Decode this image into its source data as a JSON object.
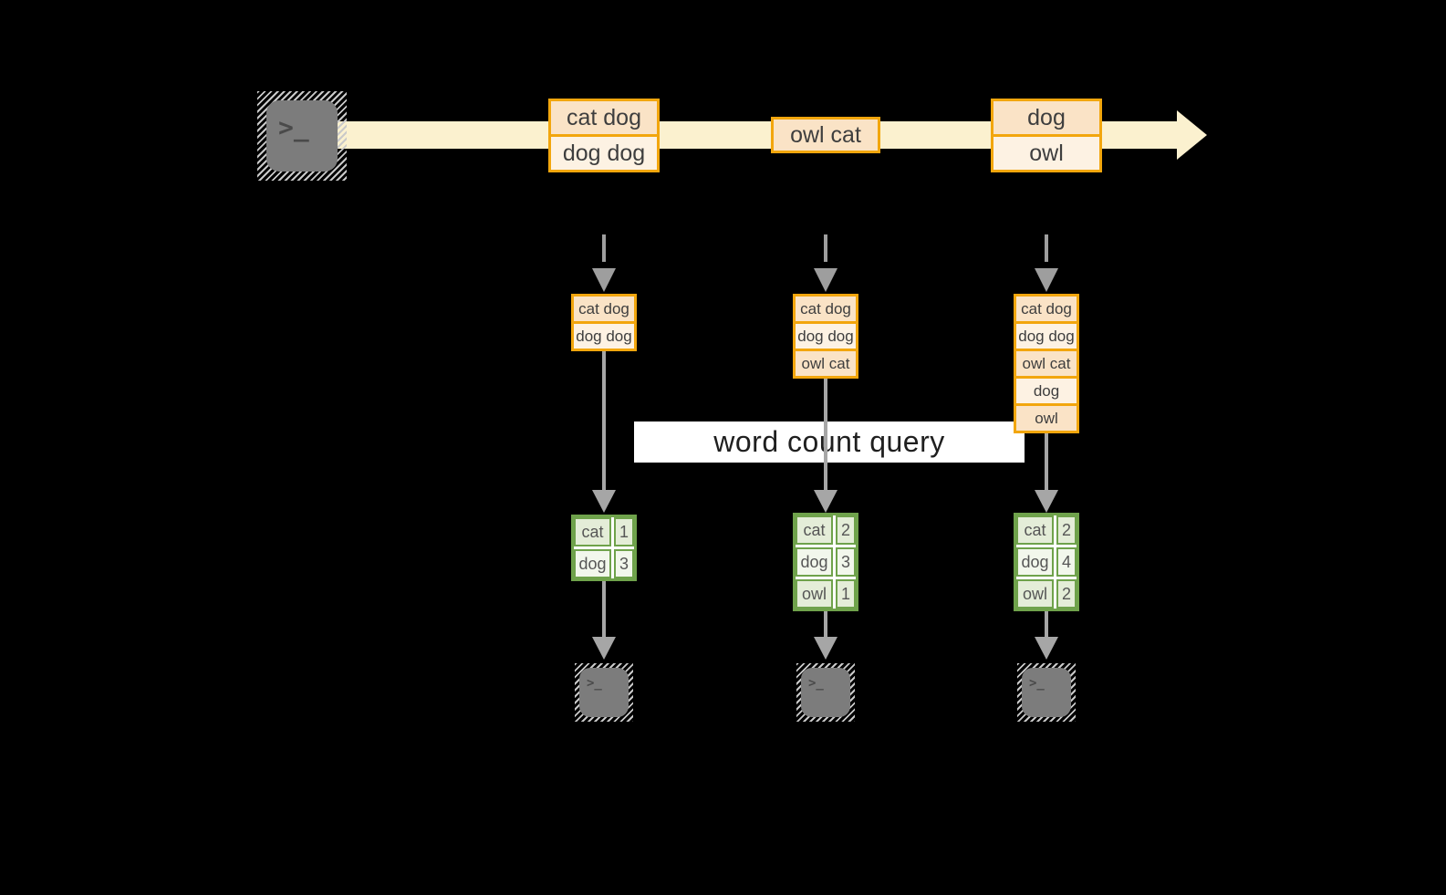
{
  "colors": {
    "background": "#000000",
    "gold_border": "#f2a60d",
    "peach_fill": "#fae3c6",
    "cream_fill": "#fdf2e3",
    "stream_arrow_fill": "#fbf1cf",
    "green_border": "#6fa24b",
    "green_cell_dark": "#e4edd8",
    "green_cell_light": "#f2f7ec",
    "arrow_gray": "#a6a6a6",
    "terminal_gray": "#7c7c7c",
    "banner_background": "#ffffff",
    "text_dark": "#3e3e3e"
  },
  "source_terminal": {
    "prompt": ">_"
  },
  "stream_events": [
    {
      "rows": [
        "cat dog",
        "dog dog"
      ]
    },
    {
      "rows": [
        "owl cat"
      ]
    },
    {
      "rows": [
        "dog",
        "owl"
      ]
    }
  ],
  "query_banner": "word count query",
  "columns": [
    {
      "buffer": [
        "cat dog",
        "dog dog"
      ],
      "counts": [
        {
          "word": "cat",
          "count": "1"
        },
        {
          "word": "dog",
          "count": "3"
        }
      ],
      "terminal_prompt": ">_"
    },
    {
      "buffer": [
        "cat dog",
        "dog dog",
        "owl cat"
      ],
      "counts": [
        {
          "word": "cat",
          "count": "2"
        },
        {
          "word": "dog",
          "count": "3"
        },
        {
          "word": "owl",
          "count": "1"
        }
      ],
      "terminal_prompt": ">_"
    },
    {
      "buffer": [
        "cat dog",
        "dog dog",
        "owl cat",
        "dog",
        "owl"
      ],
      "counts": [
        {
          "word": "cat",
          "count": "2"
        },
        {
          "word": "dog",
          "count": "4"
        },
        {
          "word": "owl",
          "count": "2"
        }
      ],
      "terminal_prompt": ">_"
    }
  ]
}
